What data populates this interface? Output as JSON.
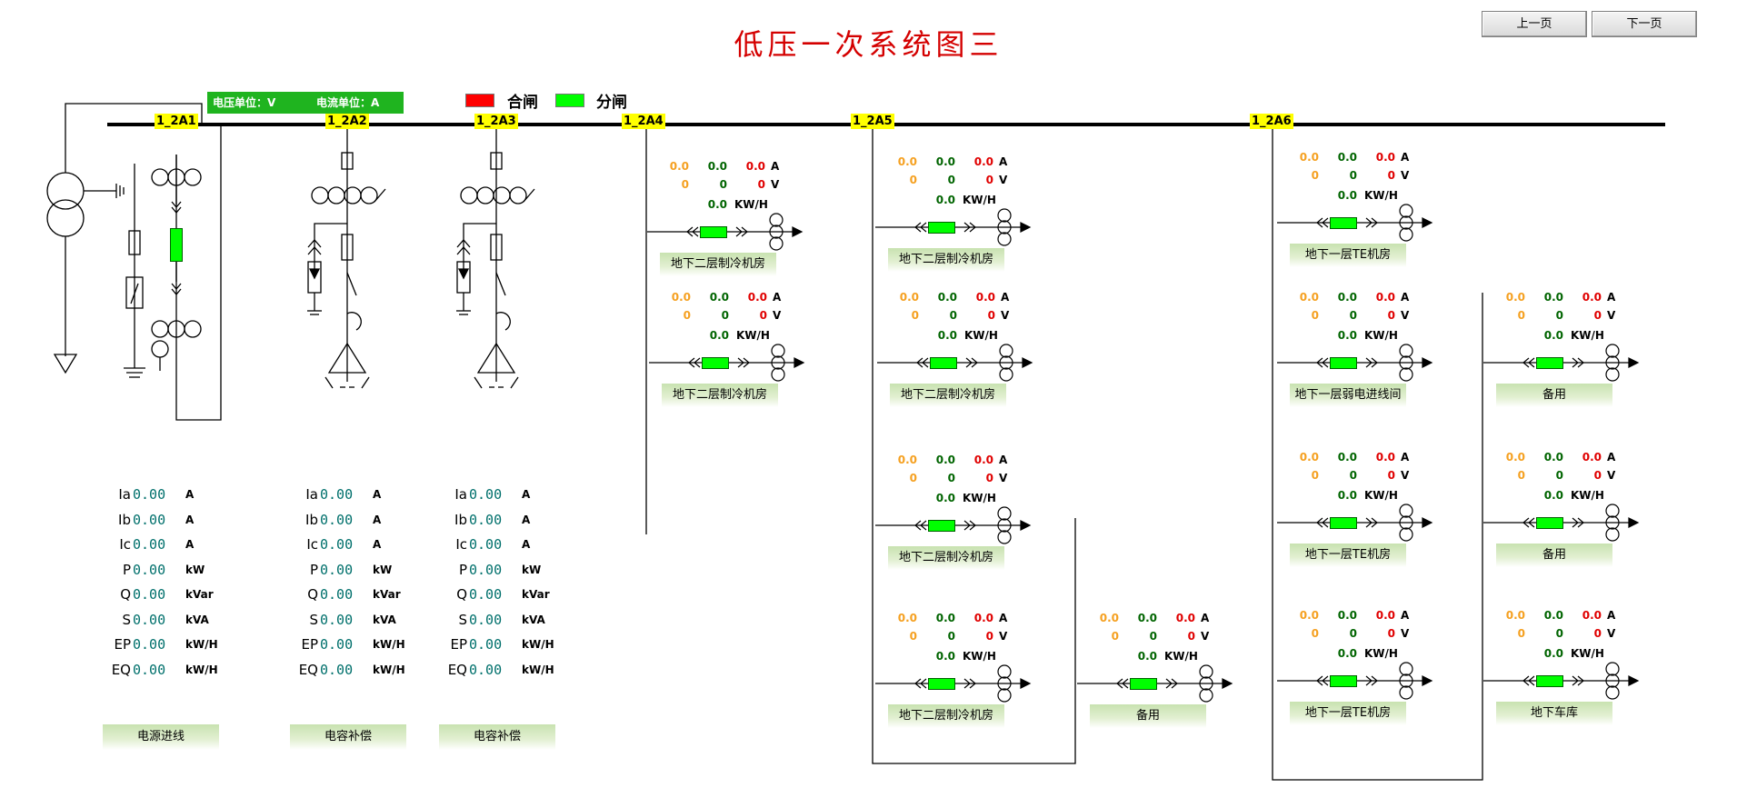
{
  "title": "低压一次系统图三",
  "nav": {
    "prev": "上一页",
    "next": "下一页"
  },
  "units": {
    "voltage": "电压单位：V",
    "current": "电流单位：A"
  },
  "legend": {
    "closed": "合闸",
    "open": "分闸",
    "closed_color": "#ff0000",
    "open_color": "#00ff00"
  },
  "buses": [
    "1_2A1",
    "1_2A2",
    "1_2A3",
    "1_2A4",
    "1_2A5",
    "1_2A6"
  ],
  "feeder_readout": {
    "current_values": [
      "0.0",
      "0.0",
      "0.0"
    ],
    "current_unit": "A",
    "voltage_values": [
      "0",
      "0",
      "0"
    ],
    "voltage_unit": "V",
    "energy_value": "0.0",
    "energy_unit": "KW/H"
  },
  "feeders": [
    {
      "bus": "1_2A4",
      "name": "地下二层制冷机房",
      "state": "open"
    },
    {
      "bus": "1_2A4",
      "name": "地下二层制冷机房",
      "state": "open"
    },
    {
      "bus": "1_2A5",
      "name": "地下二层制冷机房",
      "state": "open"
    },
    {
      "bus": "1_2A5",
      "name": "地下二层制冷机房",
      "state": "open"
    },
    {
      "bus": "1_2A5",
      "name": "地下二层制冷机房",
      "state": "open"
    },
    {
      "bus": "1_2A5",
      "name": "地下二层制冷机房",
      "state": "open"
    },
    {
      "bus": "1_2A5",
      "name": "备用",
      "state": "open"
    },
    {
      "bus": "1_2A6",
      "name": "地下一层TE机房",
      "state": "open"
    },
    {
      "bus": "1_2A6",
      "name": "地下一层弱电进线间",
      "state": "open"
    },
    {
      "bus": "1_2A6",
      "name": "地下一层TE机房",
      "state": "open"
    },
    {
      "bus": "1_2A6",
      "name": "地下一层TE机房",
      "state": "open"
    },
    {
      "bus": "1_2A6",
      "name": "备用",
      "state": "open"
    },
    {
      "bus": "1_2A6",
      "name": "备用",
      "state": "open"
    },
    {
      "bus": "1_2A6",
      "name": "地下车库",
      "state": "open"
    }
  ],
  "measurements": {
    "labels": [
      "Ia",
      "Ib",
      "Ic",
      "P",
      "Q",
      "S",
      "EP",
      "EQ"
    ],
    "units": [
      "A",
      "A",
      "A",
      "kW",
      "kVar",
      "kVA",
      "kW/H",
      "kW/H"
    ],
    "panels": [
      {
        "name": "电源进线",
        "values": [
          "0.00",
          "0.00",
          "0.00",
          "0.00",
          "0.00",
          "0.00",
          "0.00",
          "0.00"
        ],
        "switch_state": "open"
      },
      {
        "name": "电容补偿",
        "values": [
          "0.00",
          "0.00",
          "0.00",
          "0.00",
          "0.00",
          "0.00",
          "0.00",
          "0.00"
        ]
      },
      {
        "name": "电容补偿",
        "values": [
          "0.00",
          "0.00",
          "0.00",
          "0.00",
          "0.00",
          "0.00",
          "0.00",
          "0.00"
        ]
      }
    ]
  }
}
